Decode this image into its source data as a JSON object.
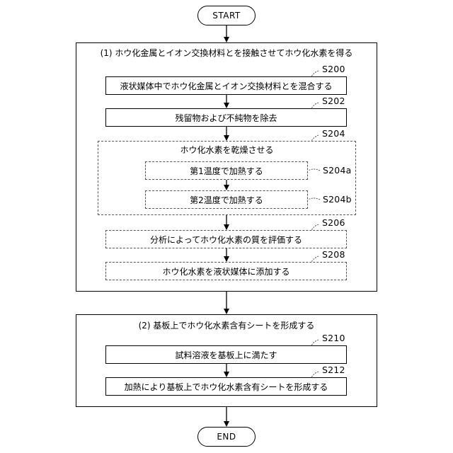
{
  "start": "START",
  "end": "END",
  "group1": {
    "title": "(1) ホウ化金属とイオン交換材料とを接触させてホウ化水素を得る",
    "steps": [
      {
        "ref": "S200",
        "label": "液状媒体中でホウ化金属とイオン交換材料とを混合する"
      },
      {
        "ref": "S202",
        "label": "残留物および不純物を除去"
      },
      {
        "ref": "S204",
        "label": "ホウ化水素を乾燥させる",
        "substeps": [
          {
            "ref": "S204a",
            "label": "第1温度で加熱する"
          },
          {
            "ref": "S204b",
            "label": "第2温度で加熱する"
          }
        ]
      },
      {
        "ref": "S206",
        "label": "分析によってホウ化水素の質を評価する"
      },
      {
        "ref": "S208",
        "label": "ホウ化水素を液状媒体に添加する"
      }
    ]
  },
  "group2": {
    "title": "(2) 基板上でホウ化水素含有シートを形成する",
    "steps": [
      {
        "ref": "S210",
        "label": "試料溶液を基板上に満たす"
      },
      {
        "ref": "S212",
        "label": "加熱により基板上でホウ化水素含有シートを形成する"
      }
    ]
  }
}
